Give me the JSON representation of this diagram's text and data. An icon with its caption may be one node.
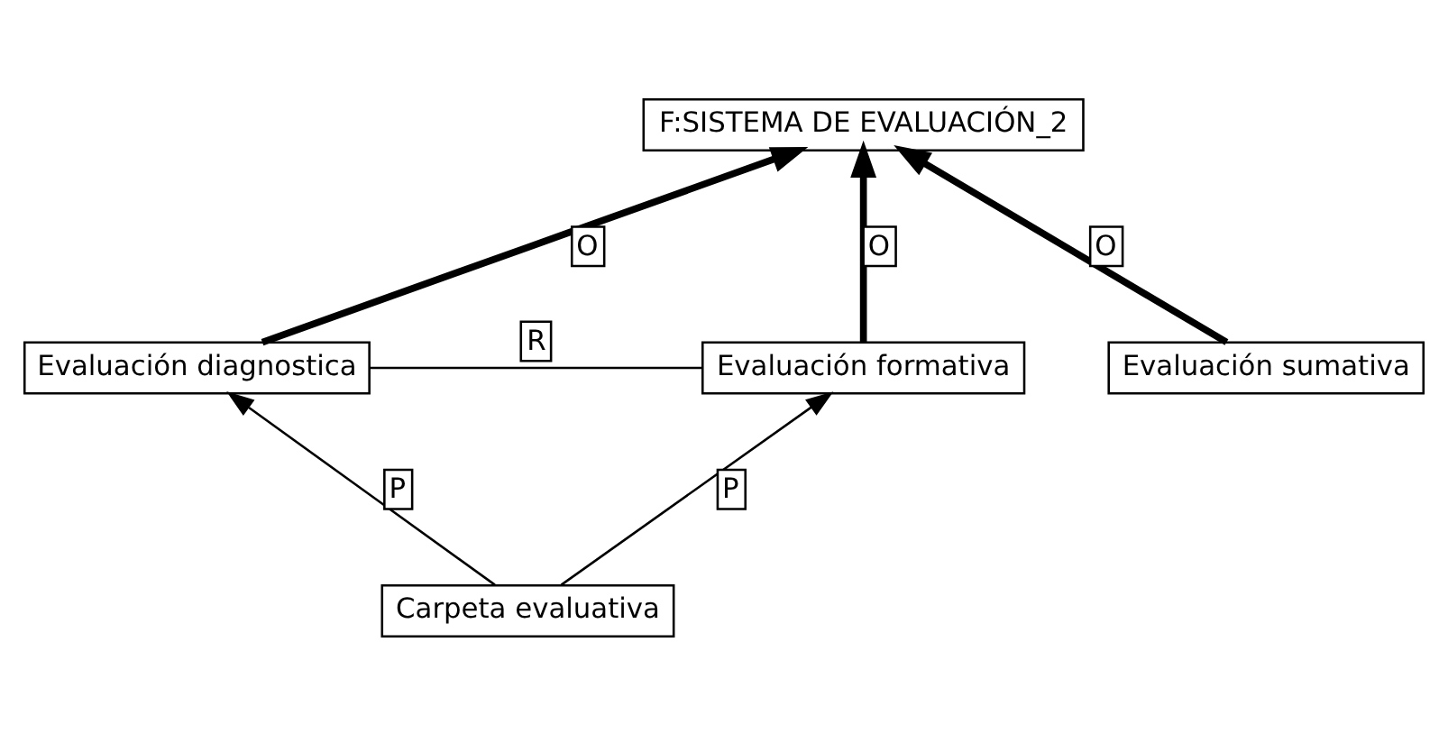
{
  "diagram": {
    "nodes": [
      {
        "text": [
          "F:SISTEMA DE EVALUACIÓN_2"
        ]
      },
      {
        "text": [
          "Evaluación diagnostica"
        ]
      },
      {
        "text": [
          "Evaluación formativa"
        ]
      },
      {
        "text": [
          "Evaluación sumativa"
        ]
      },
      {
        "text": [
          "Carpeta evaluativa"
        ]
      }
    ],
    "edges": [
      {
        "from": 1,
        "to": 0,
        "arrow": "to",
        "label": "O",
        "style": "thick"
      },
      {
        "from": 2,
        "to": 0,
        "arrow": "to",
        "label": "O",
        "style": "thick"
      },
      {
        "from": 3,
        "to": 0,
        "arrow": "to",
        "label": "O",
        "style": "thick"
      },
      {
        "from": 1,
        "to": 2,
        "arrow": "none",
        "label": "R"
      },
      {
        "from": 4,
        "to": 1,
        "arrow": "to",
        "label": "P"
      },
      {
        "from": 4,
        "to": 2,
        "arrow": "to",
        "label": "P"
      }
    ]
  }
}
